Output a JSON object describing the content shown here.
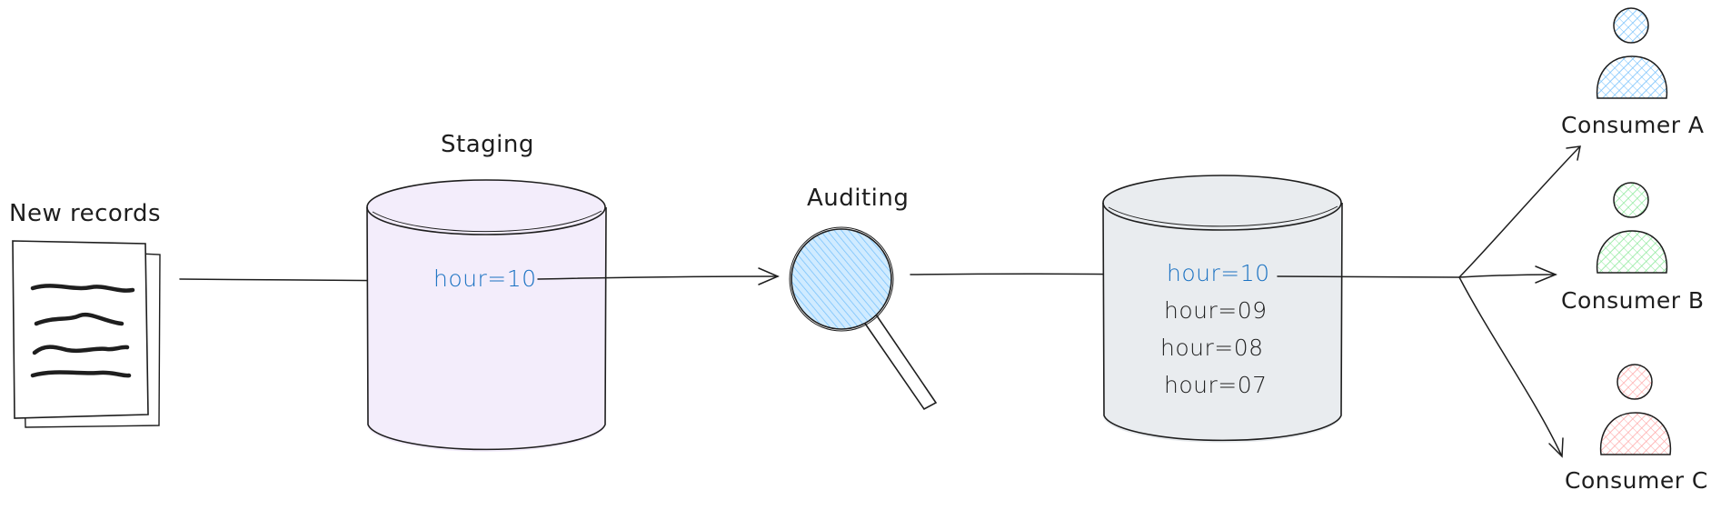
{
  "labels": {
    "new_records": "New records",
    "staging": "Staging",
    "auditing": "Auditing"
  },
  "staging_table": {
    "partitions": [
      "hour=10"
    ]
  },
  "production_table": {
    "partitions": [
      "hour=10",
      "hour=09",
      "hour=08",
      "hour=07"
    ]
  },
  "consumers": [
    {
      "name": "Consumer A",
      "color": "#a5d8ff"
    },
    {
      "name": "Consumer B",
      "color": "#b2f2bb"
    },
    {
      "name": "Consumer C",
      "color": "#ffc9c9"
    }
  ],
  "colors": {
    "stroke": "#1e1e1e",
    "accent_text": "#1971c2",
    "staging_fill": "#f3edfb",
    "production_fill": "#e9ecef",
    "magnifier_fill": "#a5d8ff"
  }
}
